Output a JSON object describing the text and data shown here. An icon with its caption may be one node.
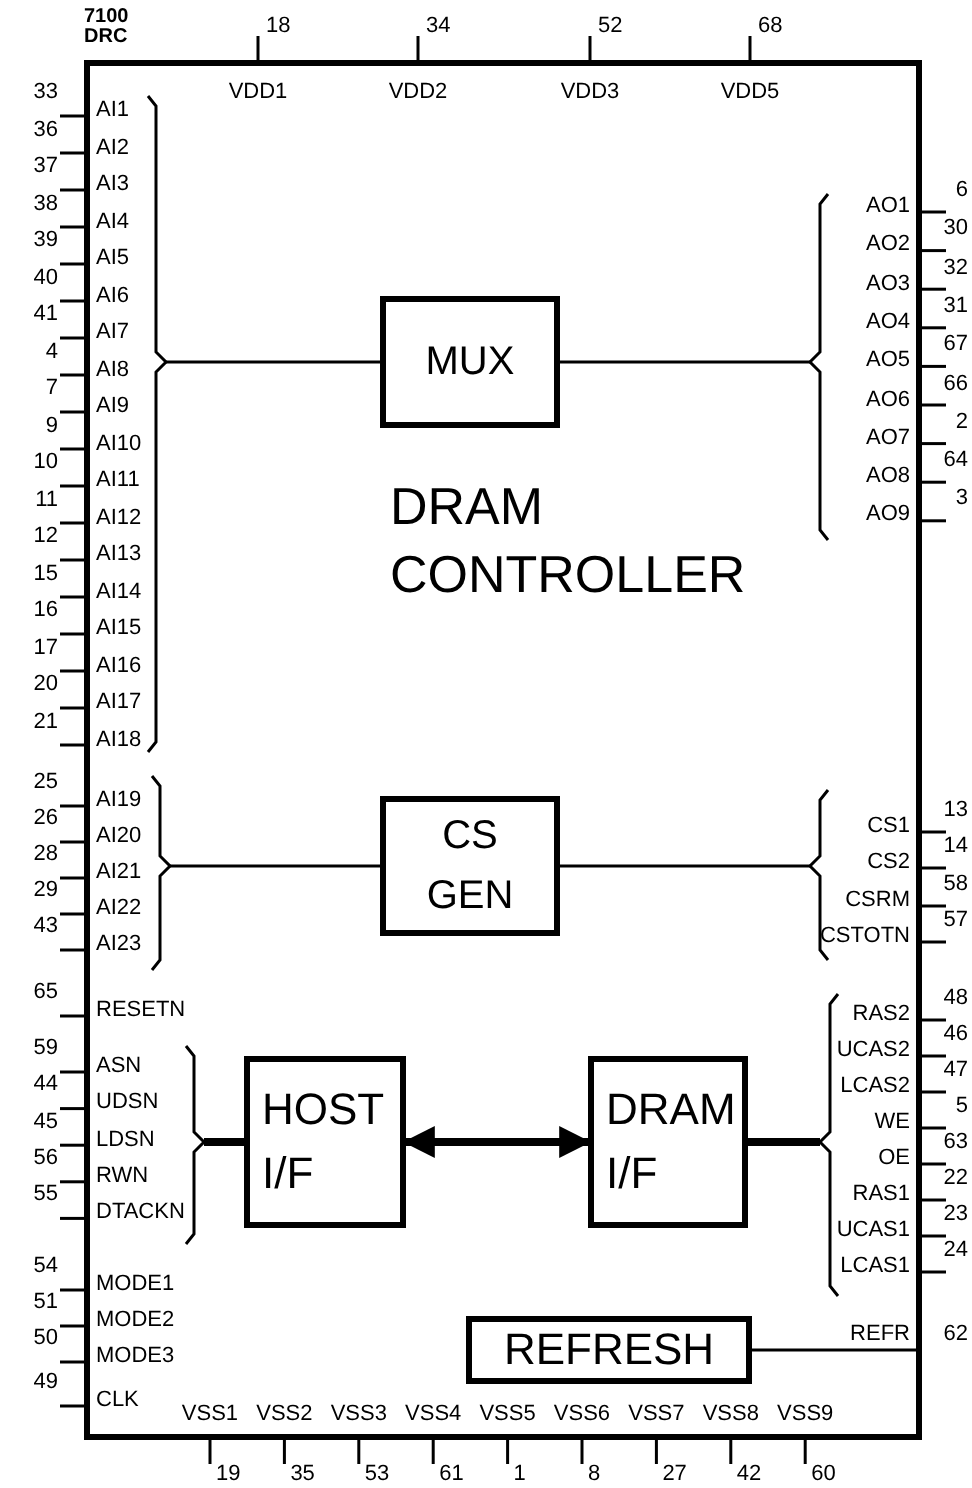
{
  "diagram": {
    "nodes": [
      {
        "text": [
          "7100 DRC",
          "DRAM CONTROLLER"
        ]
      },
      {
        "text": [
          "MUX"
        ],
        "in": 0
      },
      {
        "text": [
          "CS GEN"
        ],
        "in": 0
      },
      {
        "text": [
          "HOST I/F"
        ],
        "in": 0
      },
      {
        "text": [
          "DRAM I/F"
        ],
        "in": 0
      },
      {
        "text": [
          "REFRESH"
        ],
        "in": 0
      }
    ],
    "edges": [
      {
        "from": null,
        "to": 1,
        "arrow": "none"
      },
      {
        "from": 1,
        "to": null,
        "arrow": "none"
      },
      {
        "from": null,
        "to": 2,
        "arrow": "none"
      },
      {
        "from": 2,
        "to": null,
        "arrow": "none"
      },
      {
        "from": null,
        "to": 3,
        "arrow": "none",
        "style": "thick"
      },
      {
        "from": 3,
        "to": 4,
        "arrow": "both",
        "style": "thick"
      },
      {
        "from": 4,
        "to": null,
        "arrow": "none",
        "style": "thick"
      },
      {
        "from": 5,
        "to": null,
        "arrow": "none"
      }
    ],
    "labels": [
      "18",
      "34",
      "52",
      "68",
      "33",
      "VDD1",
      "VDD2",
      "VDD3",
      "VDD5",
      "AI1",
      "36",
      "AI2",
      "37",
      "AI3",
      "38",
      "AI4",
      "39",
      "AI5",
      "40",
      "AI6",
      "41",
      "AI7",
      "4",
      "AI8",
      "7",
      "AI9",
      "9",
      "AI10",
      "10",
      "AI11",
      "11",
      "AI12",
      "12",
      "AI13",
      "15",
      "AI14",
      "16",
      "AI15",
      "17",
      "AI16",
      "20",
      "AI17",
      "21",
      "AI18",
      "25",
      "AI19",
      "26",
      "AI20",
      "28",
      "AI21",
      "29",
      "AI22",
      "43",
      "AI23",
      "65",
      "RESETN",
      "59",
      "ASN",
      "44",
      "UDSN",
      "45",
      "LDSN",
      "56",
      "RWN",
      "55",
      "DTACKN",
      "54",
      "MODE1",
      "51",
      "MODE2",
      "50",
      "MODE3",
      "49",
      "CLK",
      "6",
      "AO1",
      "30",
      "AO2",
      "32",
      "AO3",
      "31",
      "AO4",
      "67",
      "AO5",
      "66",
      "AO6",
      "2",
      "AO7",
      "64",
      "AO8",
      "3",
      "AO9",
      "13",
      "CS1",
      "14",
      "CS2",
      "58",
      "CSRM",
      "57",
      "CSTOTN",
      "48",
      "RAS2",
      "46",
      "UCAS2",
      "47",
      "LCAS2",
      "5",
      "WE",
      "63",
      "OE",
      "22",
      "RAS1",
      "23",
      "UCAS1",
      "24",
      "LCAS1",
      "REFR",
      "62",
      "VSS1",
      "VSS2",
      "VSS3",
      "VSS4",
      "VSS5",
      "VSS6",
      "VSS7",
      "VSS8",
      "VSS9",
      "19",
      "35",
      "53",
      "61",
      "1",
      "8",
      "27",
      "42",
      "60"
    ]
  }
}
